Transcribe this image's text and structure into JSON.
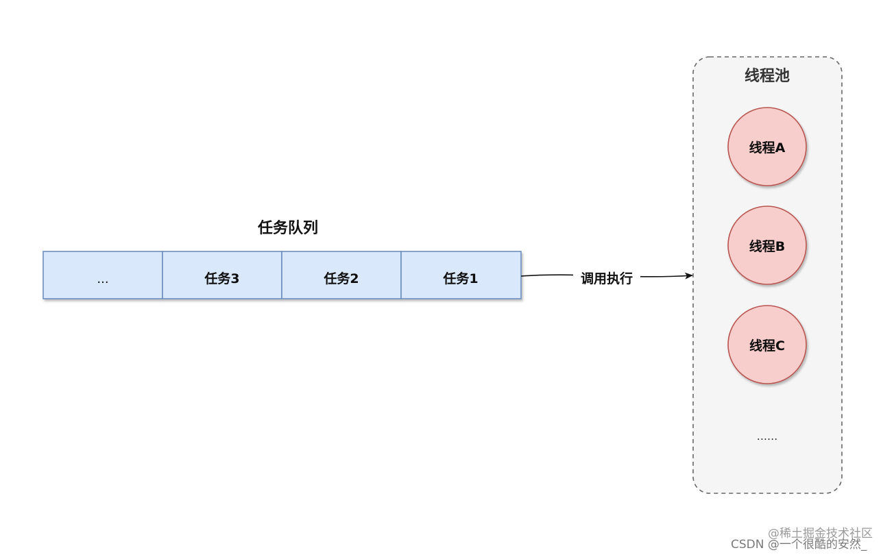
{
  "queue": {
    "title": "任务队列",
    "cells": [
      "...",
      "任务3",
      "任务2",
      "任务1"
    ]
  },
  "arrow": {
    "label": "调用执行"
  },
  "pool": {
    "title": "线程池",
    "threads": [
      "线程A",
      "线程B",
      "线程C"
    ],
    "more": "......"
  },
  "watermark": {
    "line1": "@稀土掘金技术社区",
    "line2": "CSDN @一个很酷的安然_"
  },
  "colors": {
    "queue_fill": "#dae8fc",
    "queue_stroke": "#6c8ebf",
    "thread_fill": "#f8cecc",
    "thread_stroke": "#b85450",
    "pool_fill": "#f5f5f5",
    "pool_stroke": "#666666"
  }
}
